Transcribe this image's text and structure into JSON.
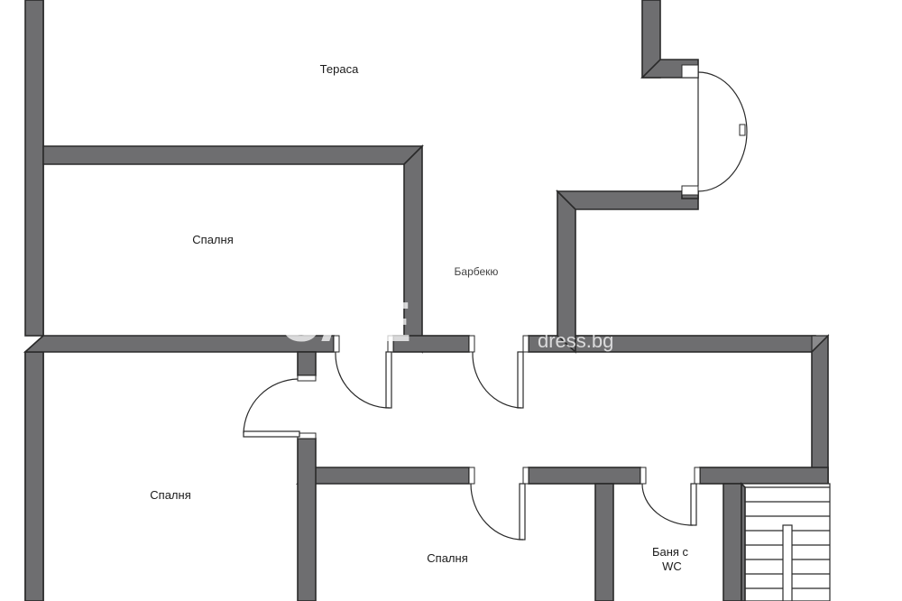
{
  "floor_plan": {
    "rooms": {
      "terrace": "Тераса",
      "bedroom_top": "Спалня",
      "barbecue": "Барбекю",
      "bedroom_left": "Спалня",
      "bedroom_bottom": "Спалня",
      "bathroom_line1": "Баня с",
      "bathroom_line2": "WC"
    },
    "watermark": {
      "main": "CA  E",
      "domain": "dress.bg"
    },
    "colors": {
      "wall": "#6e6e70",
      "outline": "#2a2a2a",
      "background": "#ffffff"
    }
  }
}
